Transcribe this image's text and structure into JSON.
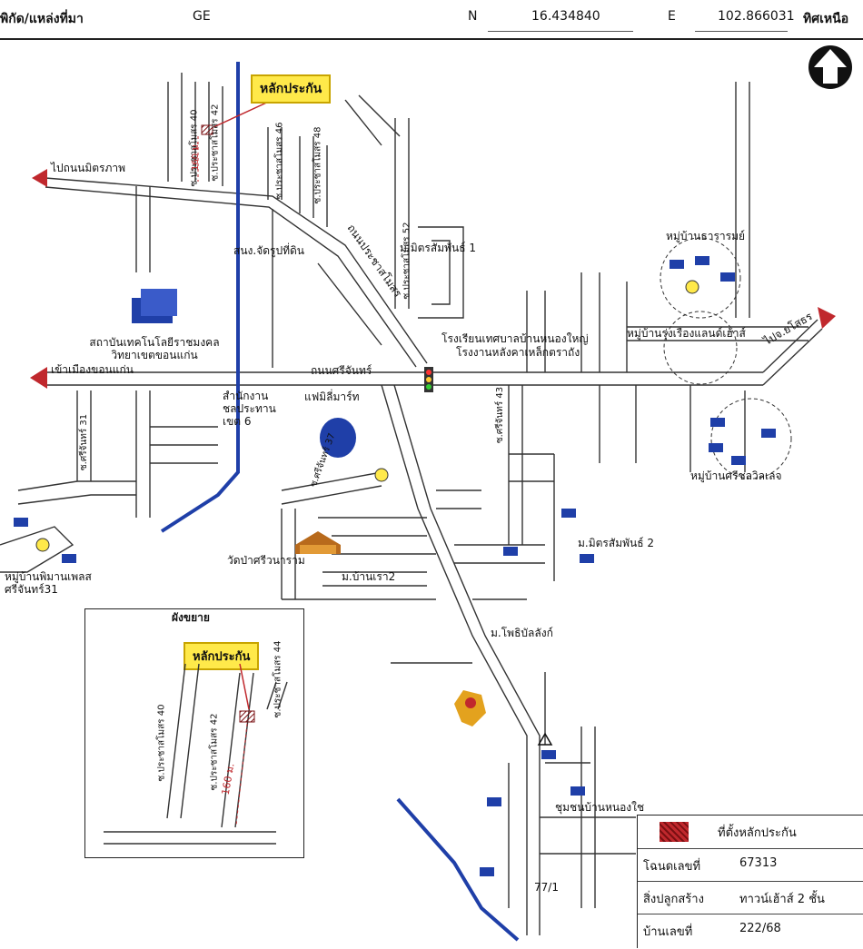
{
  "header": {
    "label": "พิกัด/แหล่งที่มา",
    "source": "GE",
    "n_label": "N",
    "n_value": "16.434840",
    "e_label": "E",
    "e_value": "102.866031"
  },
  "north": {
    "label": "ทิศเหนือ",
    "icon": "north-arrow-icon"
  },
  "callout": "หลักประกัน",
  "roads": {
    "to_mittraphap": "ไปถนนมิตรภาพ",
    "to_khonkaen": "เข้าเมืองขอนแก่น",
    "sri_chan_road": "ถนนศรีจันทร์",
    "to_yasothon": "ไปจ.ยโสธร",
    "prachasamosorn": "ถนนประชาสโมสร",
    "soi40": "ซ.ประชาสโมสร 40",
    "soi42": "ซ.ประชาสโมสร 42",
    "soi44": "ซ.ประชาสโมสร 44",
    "soi46": "ซ.ประชาสโมสร 46",
    "soi48": "ซ.ประชาสโมสร 48",
    "soi52": "ซ.ประชาสโมสร 52",
    "sri_chan31": "ซ.ศรีจันทร์ 31",
    "sri_chan43": "ซ.ศรีจันทร์ 43",
    "sri_chan37": "ซ.ศรีจันทร์ 37",
    "distance": "160 ม."
  },
  "places": {
    "post": "สนง.จัดรูปที่ดิน",
    "rmuti": "สถาบันเทคโนโลยีราชมงคลวิทยาเขตขอนแก่น",
    "school": "โรงเรียนเทศบาลบ้านหนองใหญ่",
    "factory": "โรงงานหลังคาเหล็กตราถัง",
    "family_mart": "แฟมิลี่มาร์ท",
    "office": "สำนักงานชลประทานเขต 6",
    "wat": "วัดป่าศรีวนาราม",
    "baan_rao2": "ม.บ้านเรา2",
    "mittrsamphan1": "ม.มิตรสัมพันธ์ 1",
    "mittrsamphan2": "ม.มิตรสัมพันธ์ 2",
    "phothi": "ม.โพธิบัลลังก์",
    "thararom": "หมู่บ้านธารารมย์",
    "rung_rueang": "หมู่บ้านรุ่งเรืองแลนด์เฮ้าส์",
    "sri_chonlathan": "หมู่บ้านศรีชลวิลเลจ",
    "phiman": "หมู่บ้านพิมานเพลส ศรีจันทร์31",
    "community": "ชุมชนบ้านหนองใช",
    "road_num": "77/1"
  },
  "inset": {
    "title": "ผังขยาย",
    "callout": "หลักประกัน",
    "soi40": "ซ.ประชาสโมสร 40",
    "soi42": "ซ.ประชาสโมสร 42",
    "soi44": "ซ.ประชาสโมสร 44",
    "distance": "160 ม."
  },
  "legend": {
    "marker_label": "ที่ตั้งหลักประกัน",
    "deed_label": "โฉนดเลขที่",
    "deed_value": "67313",
    "building_label": "สิ่งปลูกสร้าง",
    "building_value": "ทาวน์เฮ้าส์ 2 ชั้น",
    "house_label": "บ้านเลขที่",
    "house_value": "222/68"
  },
  "colors": {
    "marker": "#c0282d",
    "callout_bg": "#ffe94a",
    "water": "#1f3fa8",
    "road": "#333333"
  }
}
